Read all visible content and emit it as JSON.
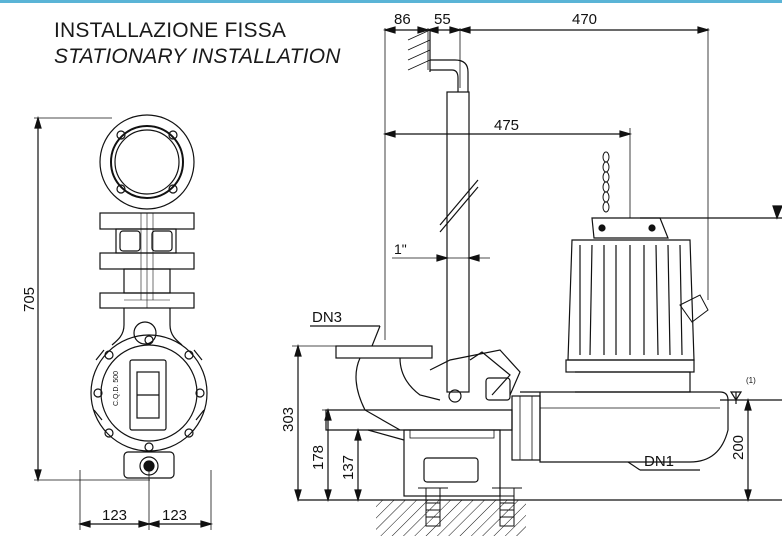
{
  "title": {
    "line1": "INSTALLAZIONE FISSA",
    "line2": "STATIONARY INSTALLATION"
  },
  "dimensions": {
    "d86": "86",
    "d55": "55",
    "d470": "470",
    "d475": "475",
    "d1in": "1\"",
    "d705": "705",
    "d303": "303",
    "d178": "178",
    "d137": "137",
    "d200": "200",
    "d123a": "123",
    "d123b": "123"
  },
  "labels": {
    "dn3": "DN3",
    "dn1": "DN1",
    "note1": "(1)",
    "coupling_text": "C.Q.D. 500"
  },
  "colors": {
    "accent": "#5ab4d6",
    "line": "#111111"
  }
}
